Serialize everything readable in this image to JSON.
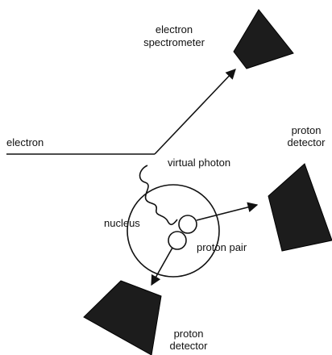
{
  "labels": {
    "electron_spectrometer_line1": "electron",
    "electron_spectrometer_line2": "spectrometer",
    "electron": "electron",
    "proton_detector_right_line1": "proton",
    "proton_detector_right_line2": "detector",
    "virtual_photon": "virtual photon",
    "nucleus": "nucleus",
    "proton_pair": "proton pair",
    "proton_detector_bottom_line1": "proton",
    "proton_detector_bottom_line2": "detector"
  }
}
